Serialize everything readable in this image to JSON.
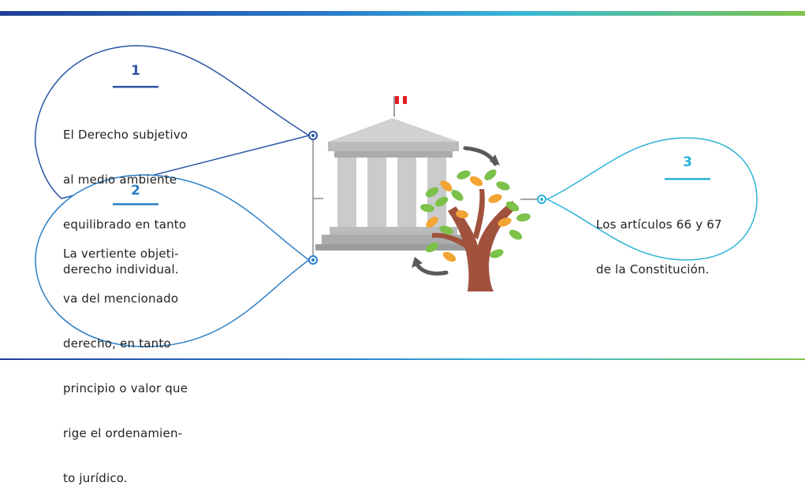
{
  "items": [
    {
      "number": "1",
      "lines": [
        "El Derecho subjetivo",
        "al medio ambiente",
        "equilibrado en tanto",
        "derecho individual."
      ],
      "color": "#2c55a6"
    },
    {
      "number": "2",
      "lines": [
        "La vertiente objeti-",
        "va del mencionado",
        "derecho, en tanto",
        "principio o valor que",
        "rige el ordenamien-",
        "to jurídico."
      ],
      "color": "#2a7fc6"
    },
    {
      "number": "3",
      "lines": [
        "Los artículos 66 y 67",
        "de la Constitución."
      ],
      "color": "#2ab2d8"
    }
  ],
  "icons": {
    "building": "courthouse-with-peru-flag-icon",
    "tree": "tree-with-cycle-arrows-icon"
  },
  "colors": {
    "flag_red": "#e21f26",
    "building_gray": "#c9cbcd",
    "trunk": "#a0523d",
    "leaf_green": "#7cc14a",
    "leaf_orange": "#f2a534"
  }
}
